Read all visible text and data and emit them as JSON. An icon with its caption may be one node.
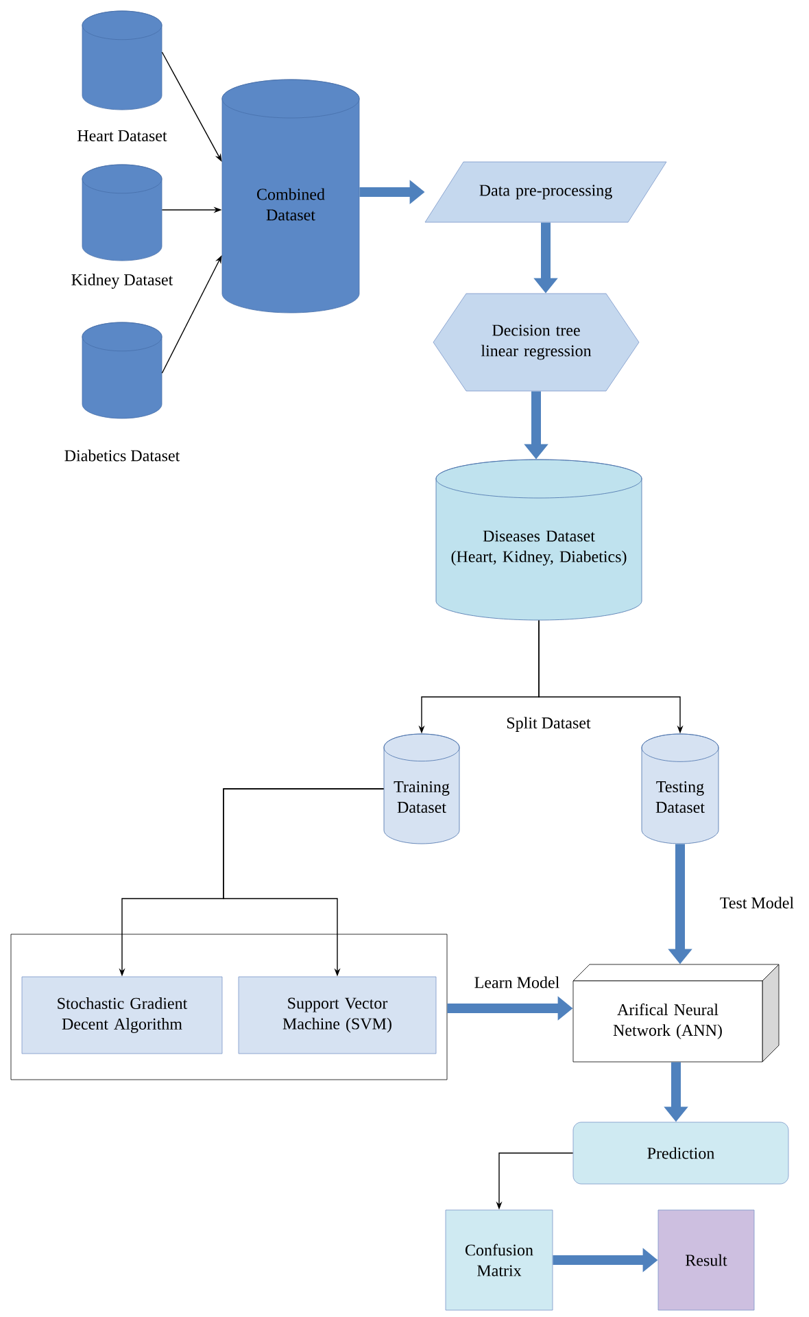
{
  "diagram": {
    "nodes": [
      {
        "text": [
          "Heart Dataset"
        ]
      },
      {
        "text": [
          "Kidney Dataset"
        ]
      },
      {
        "text": [
          "Diabetics Dataset"
        ]
      },
      {
        "text": [
          "Combined Dataset"
        ]
      },
      {
        "text": [
          "Data pre-processing"
        ]
      },
      {
        "text": [
          "Decision tree linear regression"
        ]
      },
      {
        "text": [
          "Diseases Dataset",
          "(Heart, Kidney, Diabetics)"
        ]
      },
      {
        "text": [
          "Training Dataset"
        ]
      },
      {
        "text": [
          "Testing Dataset"
        ]
      },
      {
        "text": [],
        "shape": "box"
      },
      {
        "text": [
          "Stochastic Gradient Decent Algorithm"
        ],
        "in": 9
      },
      {
        "text": [
          "Support Vector Machine (SVM)"
        ],
        "in": 9
      },
      {
        "text": [
          "Arifical Neural Network (ANN)"
        ]
      },
      {
        "text": [
          "Prediction"
        ]
      },
      {
        "text": [
          "Confusion Matrix"
        ]
      },
      {
        "text": [
          "Result"
        ]
      }
    ],
    "edges": [
      {
        "from": 0,
        "to": 3,
        "arrow": "to"
      },
      {
        "from": 1,
        "to": 3,
        "arrow": "to"
      },
      {
        "from": 2,
        "to": 3,
        "arrow": "to"
      },
      {
        "from": 3,
        "to": 4,
        "arrow": "to",
        "style": "thick",
        "color": "#4f81bd"
      },
      {
        "from": 4,
        "to": 5,
        "arrow": "to",
        "style": "thick",
        "color": "#4f81bd"
      },
      {
        "from": 5,
        "to": 6,
        "arrow": "to",
        "style": "thick",
        "color": "#4f81bd"
      },
      {
        "from": 6,
        "to": 7,
        "arrow": "to",
        "label": "Split Dataset"
      },
      {
        "from": 6,
        "to": 8,
        "arrow": "to"
      },
      {
        "from": 7,
        "to": 10,
        "arrow": "to"
      },
      {
        "from": 7,
        "to": 11,
        "arrow": "to"
      },
      {
        "from": 8,
        "to": 12,
        "arrow": "to",
        "style": "thick",
        "color": "#4f81bd",
        "label": "Test Model"
      },
      {
        "from": 9,
        "to": 12,
        "arrow": "to",
        "style": "thick",
        "color": "#4f81bd",
        "label": "Learn Model"
      },
      {
        "from": 12,
        "to": 13,
        "arrow": "to",
        "style": "thick",
        "color": "#4f81bd"
      },
      {
        "from": 13,
        "to": 14,
        "arrow": "to"
      },
      {
        "from": 14,
        "to": 15,
        "arrow": "to",
        "style": "thick",
        "color": "#4f81bd"
      }
    ]
  }
}
